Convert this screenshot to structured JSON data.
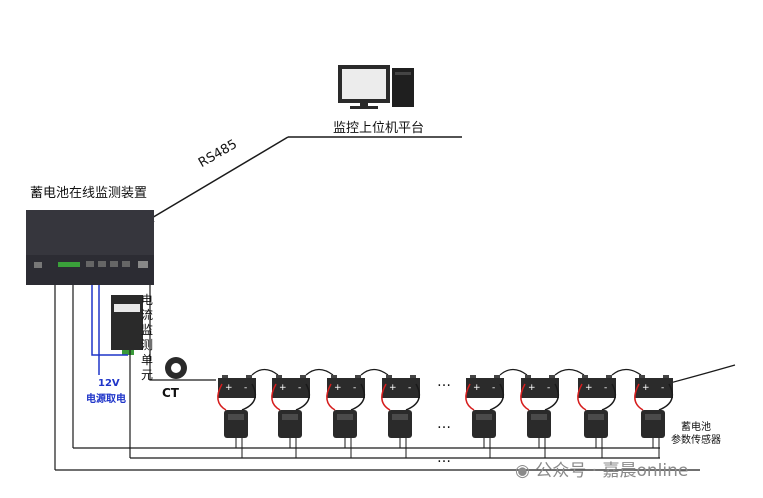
{
  "labels": {
    "platform": "监控上位机平台",
    "rs485": "RS485",
    "device": "蓄电池在线监测装置",
    "current_unit_chars": [
      "电",
      "流",
      "监",
      "测",
      "单",
      "元"
    ],
    "ct": "CT",
    "power_voltage": "12V",
    "power_source": "电源取电",
    "sensor_line1": "蓄电池",
    "sensor_line2": "参数传感器",
    "ellipsis": "…",
    "watermark": "公众号 · 嘉晨online"
  },
  "colors": {
    "battery_red": "#d61d1d",
    "power_blue": "#1f35c9",
    "line": "#1a1a1a"
  },
  "icons": {
    "computer": "desktop-computer-icon",
    "monitor_device": "monitor-device-box",
    "battery": "battery-icon",
    "sensor": "battery-sensor-clip"
  },
  "battery_count": 8
}
